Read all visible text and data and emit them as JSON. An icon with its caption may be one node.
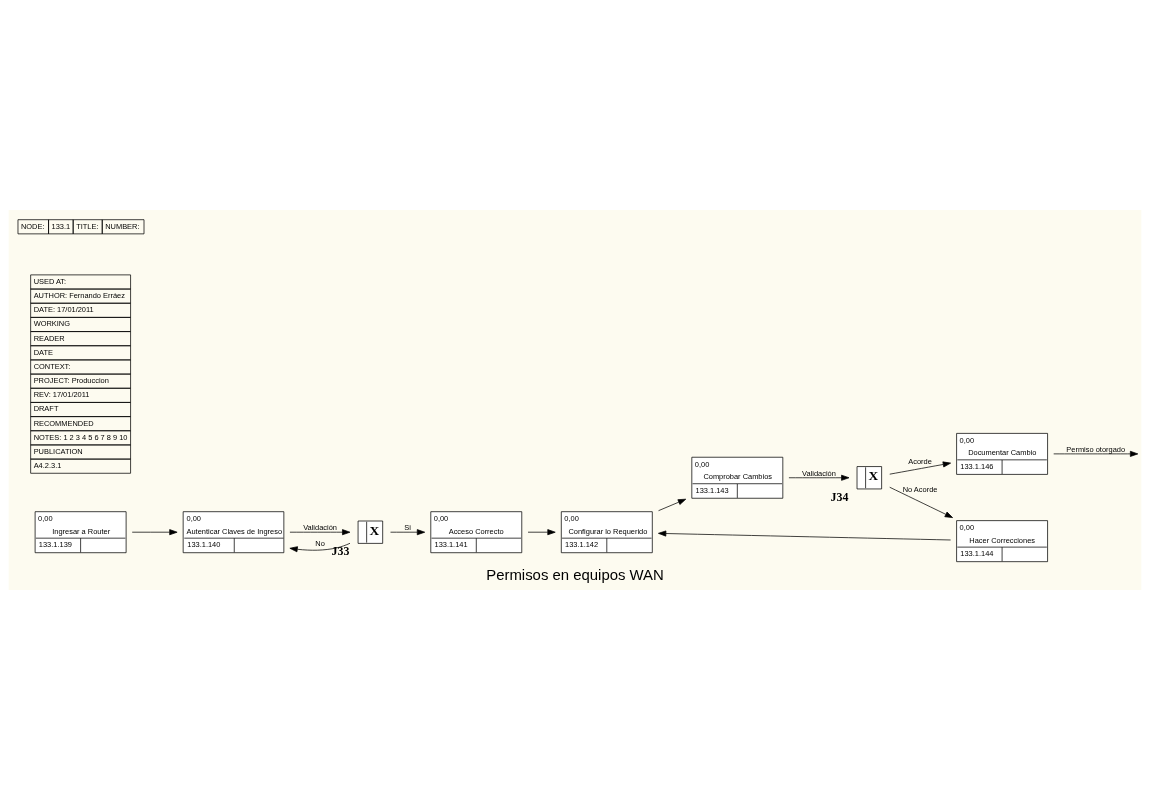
{
  "diagram": {
    "title": "Permisos en equipos WAN",
    "nodes": [
      {
        "text": [
          "0,00",
          "Ingresar a Router",
          "133.1.139"
        ]
      },
      {
        "text": [
          "0,00",
          "Autenticar Claves de Ingreso",
          "133.1.140"
        ]
      },
      {
        "text": [
          "X"
        ],
        "beside": [
          "J33"
        ]
      },
      {
        "text": [
          "0,00",
          "Acceso Correcto",
          "133.1.141"
        ]
      },
      {
        "text": [
          "0,00",
          "Configurar lo Requerido",
          "133.1.142"
        ]
      },
      {
        "text": [
          "0,00",
          "Comprobar Cambios",
          "133.1.143"
        ]
      },
      {
        "text": [
          "X"
        ],
        "beside": [
          "J34"
        ]
      },
      {
        "text": [
          "0,00",
          "Hacer Correcciones",
          "133.1.144"
        ]
      },
      {
        "text": [
          "0,00",
          "Documentar Cambio",
          "133.1.146"
        ]
      }
    ],
    "edges": [
      {
        "from": 0,
        "to": 1,
        "arrow": "to"
      },
      {
        "from": 1,
        "to": 2,
        "arrow": "to",
        "label": "Validación"
      },
      {
        "from": 2,
        "to": 3,
        "arrow": "to",
        "label": "Si"
      },
      {
        "from": 2,
        "to": 1,
        "arrow": "to",
        "label": "No"
      },
      {
        "from": 3,
        "to": 4,
        "arrow": "to"
      },
      {
        "from": 4,
        "to": 5,
        "arrow": "to"
      },
      {
        "from": 5,
        "to": 6,
        "arrow": "to",
        "label": "Validación"
      },
      {
        "from": 6,
        "to": 7,
        "arrow": "to",
        "label": "No Acorde"
      },
      {
        "from": 6,
        "to": 8,
        "arrow": "to",
        "label": "Acorde"
      },
      {
        "from": 7,
        "to": 4,
        "arrow": "to"
      },
      {
        "from": 8,
        "to": null,
        "arrow": "to",
        "label": "Permiso otorgado"
      }
    ],
    "labels": [
      "USED AT:",
      "AUTHOR: Fernando Erráez",
      "DATE: 17/01/2011",
      "WORKING",
      "READER",
      "DATE",
      "CONTEXT:",
      "PROJECT: Produccion",
      "REV: 17/01/2011",
      "DRAFT",
      "RECOMMENDED",
      "NOTES: 1 2 3 4 5 6 7 8 9 10",
      "PUBLICATION",
      "A4.2.3.1",
      "NODE:",
      "133.1",
      "TITLE:",
      "NUMBER:"
    ]
  }
}
